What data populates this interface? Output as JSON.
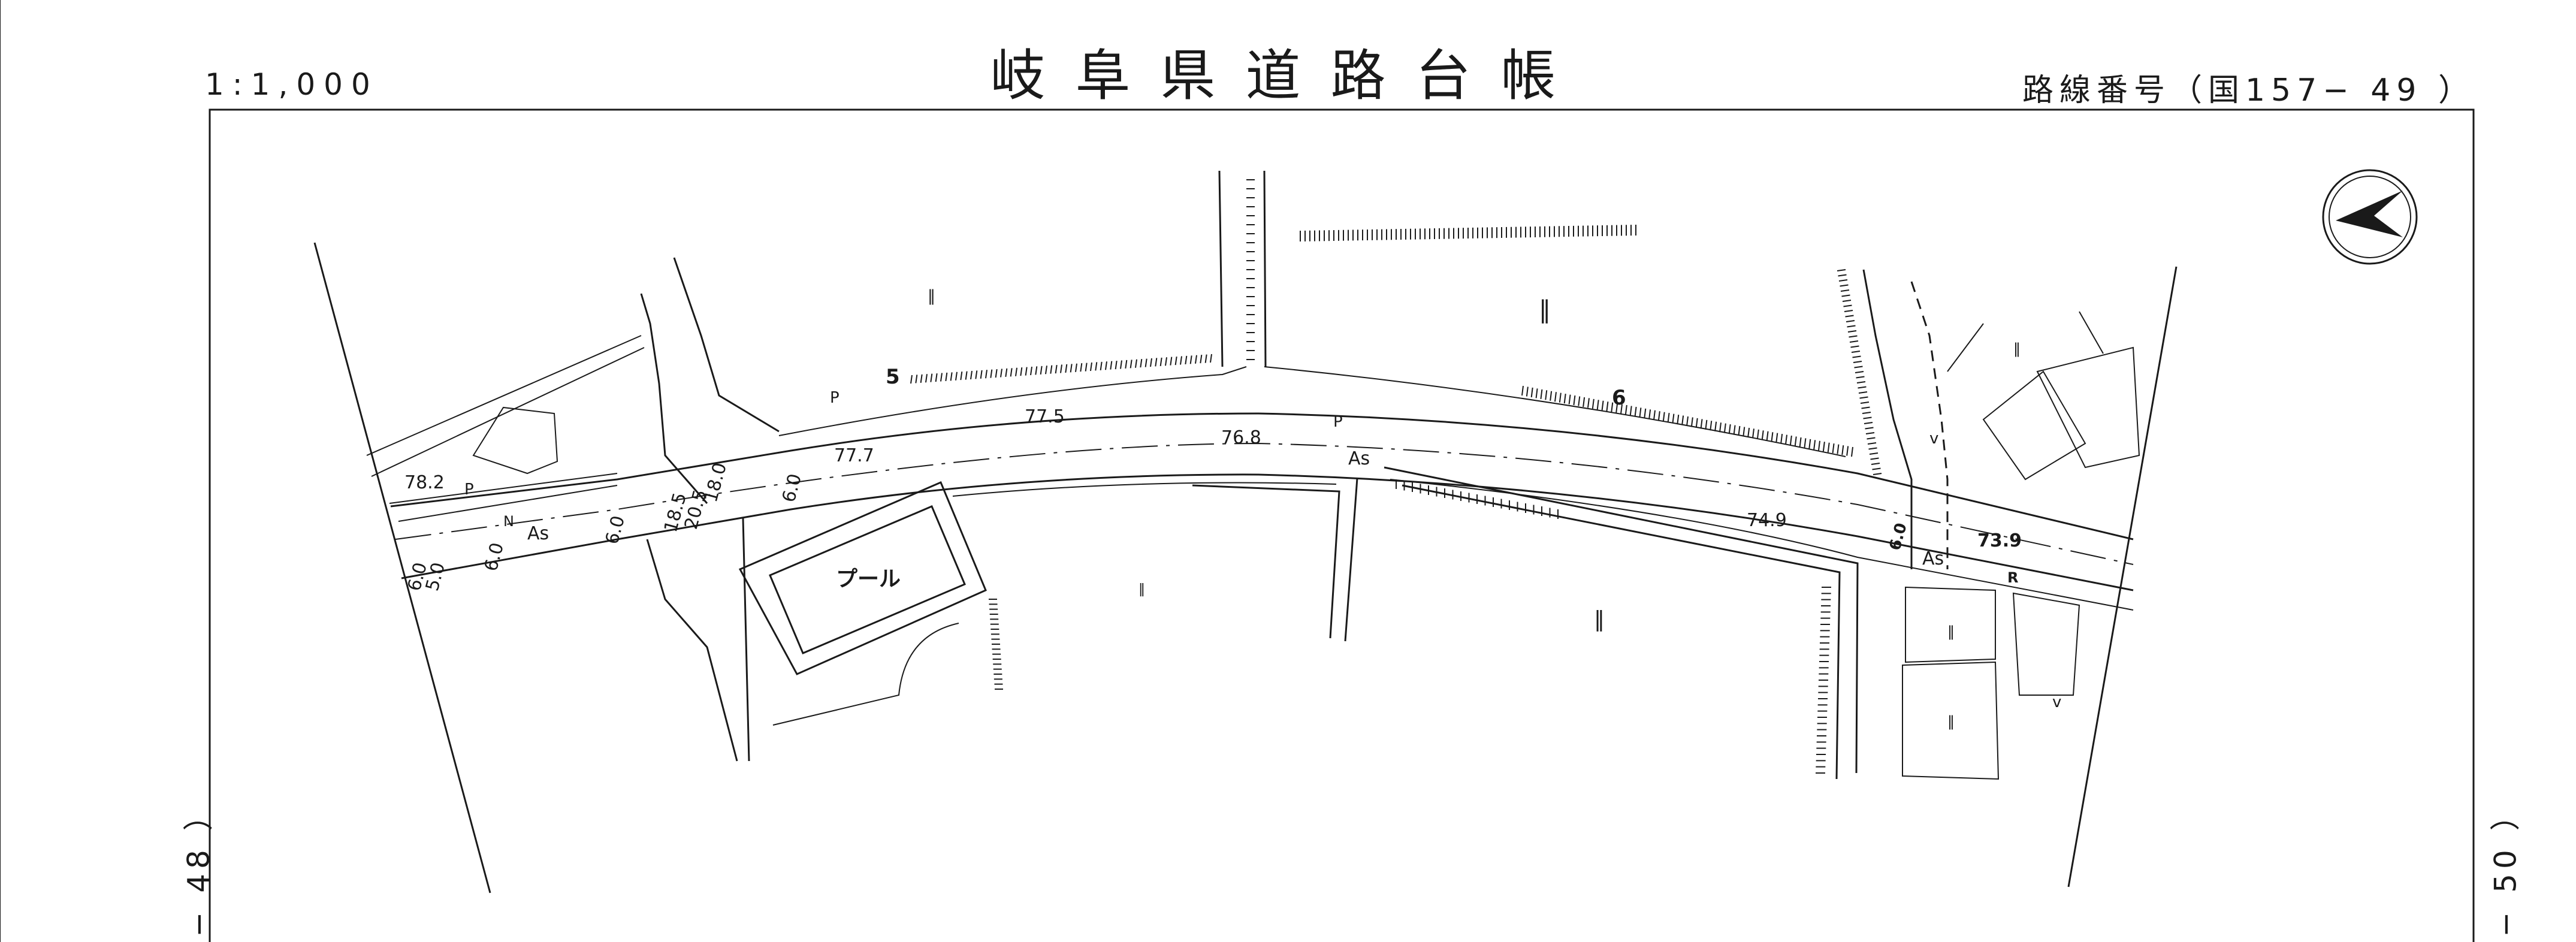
{
  "header": {
    "title": "岐阜県道路台帳",
    "scale": "1:1,000",
    "route": "路線番号（国157− 49 ）"
  },
  "sheets": {
    "prev": "− 48 ）",
    "next": "− 50 ）"
  },
  "map": {
    "pool_label": "プール",
    "stations": [
      "5",
      "6"
    ],
    "elevations": [
      "78.2",
      "77.7",
      "77.5",
      "76.8",
      "74.9",
      "73.9"
    ],
    "surface": "As",
    "pole": "P",
    "widths": [
      "6.0",
      "6.0",
      "6.0",
      "18.5",
      "20.5",
      "6.0",
      "18.0",
      "6.0",
      "5.0"
    ],
    "rock_mark": "R",
    "north_mark": "N",
    "field_mark": "‖",
    "vegetation_mark": "v"
  },
  "colors": {
    "ink": "#1a1a1a",
    "paper": "#ffffff"
  }
}
